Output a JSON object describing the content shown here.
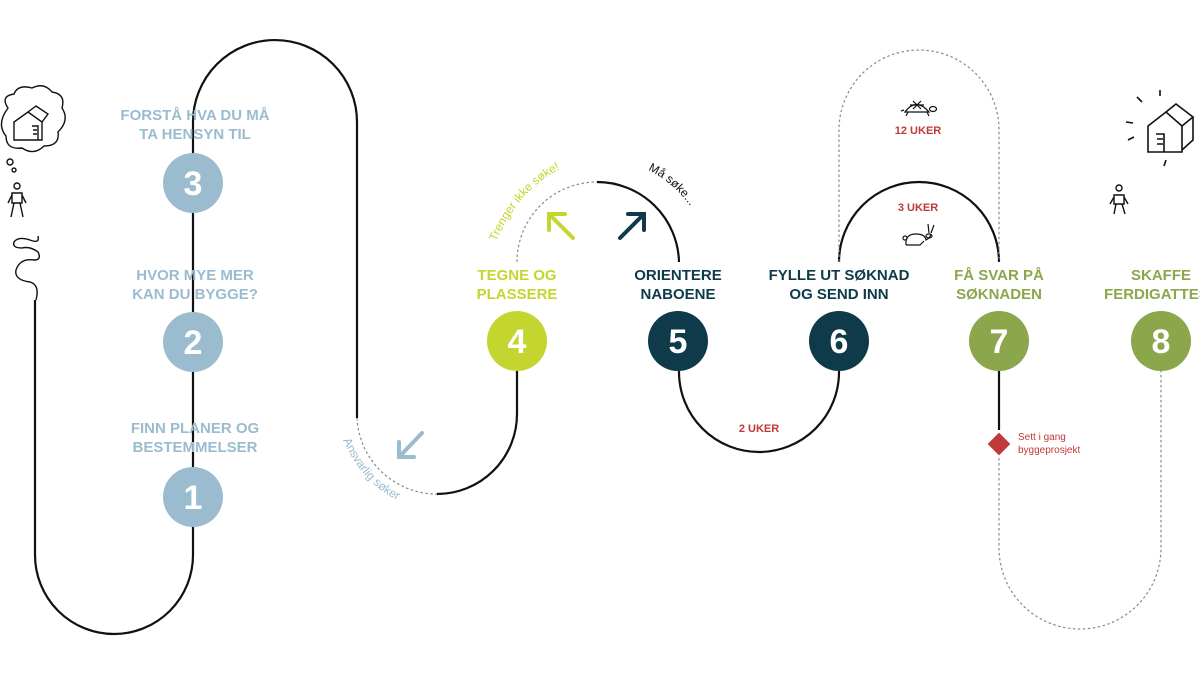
{
  "colors": {
    "light_blue": "#9bbccf",
    "lime": "#c5d52f",
    "dark_teal": "#0e3a4a",
    "olive": "#8ca64b",
    "red": "#c0393b",
    "path": "#111111"
  },
  "steps": [
    {
      "number": "1",
      "label_line1": "FINN PLANER OG",
      "label_line2": "BESTEMMELSER"
    },
    {
      "number": "2",
      "label_line1": "HVOR MYE MER",
      "label_line2": "KAN DU BYGGE?"
    },
    {
      "number": "3",
      "label_line1": "FORSTÅ HVA DU MÅ",
      "label_line2": "TA HENSYN TIL"
    },
    {
      "number": "4",
      "label_line1": "TEGNE OG",
      "label_line2": "PLASSERE"
    },
    {
      "number": "5",
      "label_line1": "ORIENTERE",
      "label_line2": "NABOENE"
    },
    {
      "number": "6",
      "label_line1": "FYLLE UT SØKNAD",
      "label_line2": "OG SEND INN"
    },
    {
      "number": "7",
      "label_line1": "FÅ SVAR PÅ",
      "label_line2": "SØKNADEN"
    },
    {
      "number": "8",
      "label_line1": "SKAFFE",
      "label_line2": "FERDIGATTEST"
    }
  ],
  "durations": {
    "two_weeks": "2 UKER",
    "three_weeks": "3 UKER",
    "twelve_weeks": "12 UKER"
  },
  "curve_labels": {
    "ansvarlig": "Ansvarlig søker",
    "trenger_ikke": "Trenger ikke søke!",
    "ma_soke": "Må søke..."
  },
  "milestone": {
    "line1": "Sett i gang",
    "line2": "byggeprosjekt"
  },
  "icons": [
    "house-thought-icon",
    "person-icon",
    "scribble-icon",
    "arrow-icon",
    "turtle-icon",
    "rabbit-icon",
    "diamond-icon",
    "house-shining-icon"
  ]
}
